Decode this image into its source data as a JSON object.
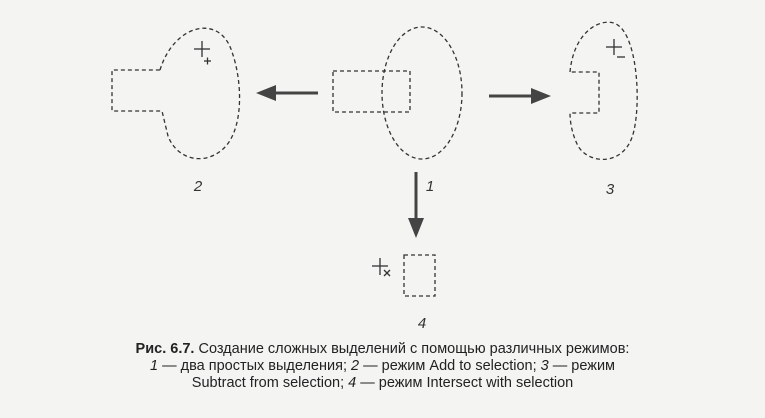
{
  "diagram": {
    "label_1": "1",
    "label_2": "2",
    "label_3": "3",
    "label_4": "4"
  },
  "caption": {
    "fig_label": "Рис. 6.7.",
    "line1_text": " Создание сложных выделений с помощью различных режимов:",
    "n1": "1",
    "t1": " — два простых выделения; ",
    "n2": "2",
    "t2": " — режим Add to selection; ",
    "n3": "3",
    "t3": " — режим",
    "t3b": "Subtract from selection; ",
    "n4": "4",
    "t4": " — режим Intersect with selection"
  },
  "icons": {
    "add": "crosshair-plus-icon",
    "subtract": "crosshair-minus-icon",
    "intersect": "crosshair-x-icon"
  }
}
